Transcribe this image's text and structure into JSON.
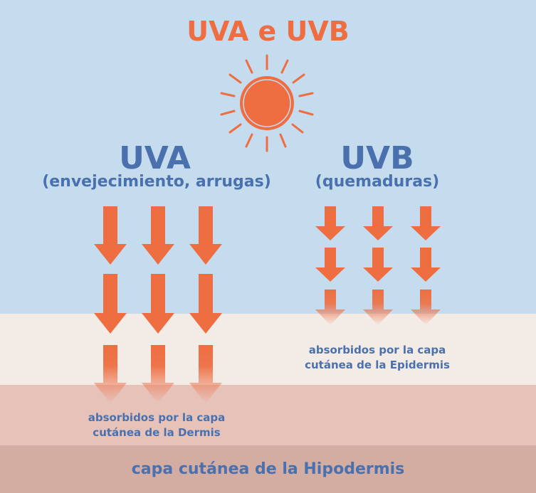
{
  "title": "UVA e UVB",
  "colors": {
    "sky": "#c5dcee",
    "epidermis": "#f3ebe6",
    "dermis": "#e7c2b9",
    "hypodermis": "#d3aca2",
    "accent_orange": "#ee6e42",
    "text_blue": "#4a71ae"
  },
  "sun": {
    "icon": "sun-icon"
  },
  "uva": {
    "heading": "UVA",
    "subheading": "(envejecimiento, arrugas)",
    "note_line1": "absorbidos por la capa",
    "note_line2": "cutánea de la Dermis",
    "icon": "arrow-down-icon"
  },
  "uvb": {
    "heading": "UVB",
    "subheading": "(quemaduras)",
    "note_line1": "absorbidos por la capa",
    "note_line2": "cutánea de la Epidermis",
    "icon": "arrow-down-icon"
  },
  "layers": {
    "hypodermis_label": "capa cutánea de la Hipodermis"
  }
}
